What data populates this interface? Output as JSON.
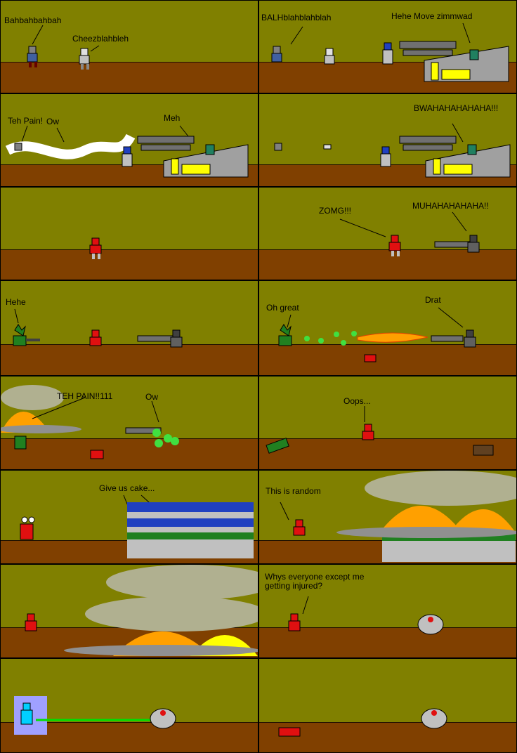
{
  "panels": [
    {
      "captions": [
        "Bahbahbahbah",
        "Cheezblahbleh"
      ]
    },
    {
      "captions": [
        "BALHblahblahblah",
        "Hehe Move zimmwad"
      ]
    },
    {
      "captions": [
        "Teh Pain!",
        "Ow",
        "Meh"
      ]
    },
    {
      "captions": [
        "BWAHAHAHAHAHA!!!"
      ]
    },
    {
      "captions": []
    },
    {
      "captions": [
        "ZOMG!!!",
        "MUHAHAHAHAHA!!"
      ]
    },
    {
      "captions": [
        "Hehe"
      ]
    },
    {
      "captions": [
        "Oh great",
        "Drat"
      ]
    },
    {
      "captions": [
        "TEH PAIN!!111",
        "Ow"
      ]
    },
    {
      "captions": [
        "Oops..."
      ]
    },
    {
      "captions": [
        "Give us cake..."
      ]
    },
    {
      "captions": [
        "This is random"
      ]
    },
    {
      "captions": []
    },
    {
      "captions": [
        "Whys everyone except me getting injured?"
      ]
    },
    {
      "captions": []
    },
    {
      "captions": []
    }
  ],
  "colors": {
    "sky": "#808000",
    "ground": "#804000",
    "red_robot": "#e01010",
    "blue_robot": "#2040c0",
    "green_robot": "#208020",
    "gray_robot": "#808080",
    "fire": "#ffa000",
    "smoke": "#b0b090",
    "beam": "#00e000",
    "tank_yellow": "#ffff00"
  }
}
